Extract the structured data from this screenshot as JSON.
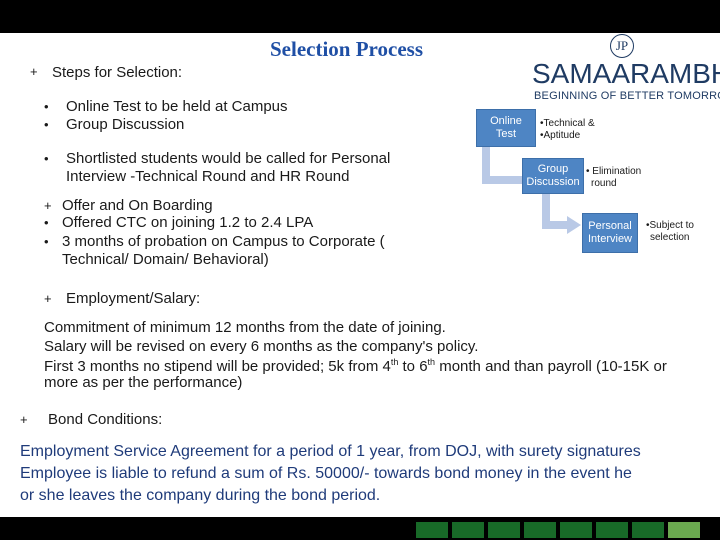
{
  "title": "Selection Process",
  "logo": {
    "mark": "JP",
    "name": "SAMAARAMBH",
    "tagline": "BEGINNING OF BETTER TOMORROW"
  },
  "steps": {
    "heading": "Steps for Selection:",
    "items": [
      "Online Test to be held at Campus",
      "Group Discussion",
      "Shortlisted students would be called for Personal",
      "Interview -Technical Round and HR Round"
    ]
  },
  "offer": {
    "heading": "Offer and On Boarding",
    "items": [
      "Offered CTC on joining 1.2 to 2.4 LPA",
      "3 months of probation on Campus to Corporate (",
      "Technical/ Domain/ Behavioral)"
    ]
  },
  "flow": {
    "boxes": [
      {
        "label_1": "Online",
        "label_2": "Test",
        "side_1": "•Technical &",
        "side_2": "•Aptitude"
      },
      {
        "label_1": "Group",
        "label_2": "Discussion",
        "side_1": "• Elimination",
        "side_2": "round"
      },
      {
        "label_1": "Personal",
        "label_2": "Interview",
        "side_1": "•Subject to",
        "side_2": "selection"
      }
    ]
  },
  "employment": {
    "heading": "Employment/Salary:",
    "lines": [
      "Commitment of minimum 12 months from the date of joining.",
      "Salary will be revised on every 6 months as the company's policy."
    ],
    "line3_a": "First 3 months no stipend will be provided; 5k from 4",
    "line3_sup1": "th",
    "line3_b": " to 6",
    "line3_sup2": "th",
    "line3_c": " month and than payroll (10-15K or",
    "line4": "more as per the performance)"
  },
  "bond": {
    "heading": "Bond Conditions:",
    "lines": [
      "Employment Service Agreement for a period of 1 year, from DOJ, with surety signatures",
      "Employee is liable to refund a sum of Rs. 50000/- towards bond money in the event he",
      "or she leaves the company during the bond period."
    ]
  },
  "symbols": {
    "plus": "+",
    "dot": "•"
  },
  "colors": {
    "flow_box": "#4e85c4",
    "arrow": "#b9c9e6",
    "footer_square": "#186a28",
    "accent_text": "#1f3b7a"
  }
}
